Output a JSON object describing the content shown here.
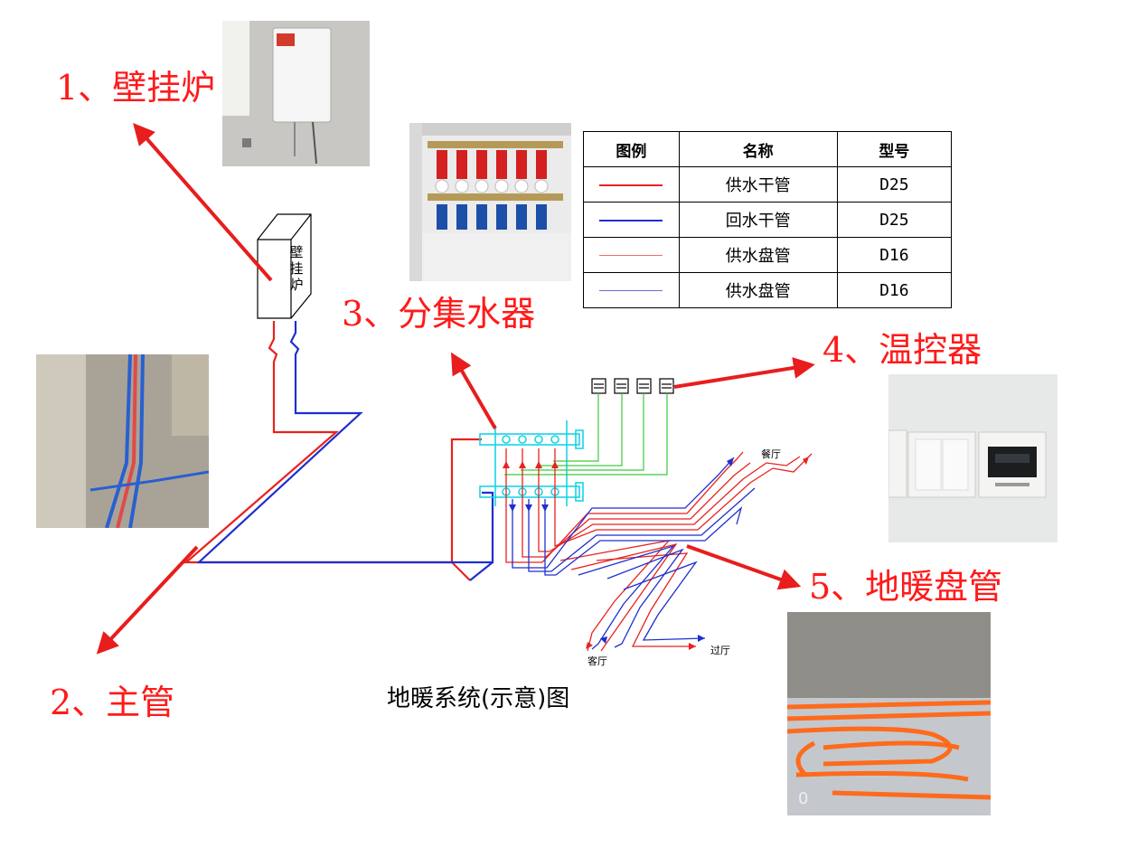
{
  "labels": {
    "boiler": "1、壁挂炉",
    "main_pipe": "2、主管",
    "manifold": "3、分集水器",
    "thermostat": "4、温控器",
    "floor_coil": "5、地暖盘管"
  },
  "boiler_box_text": [
    "壁",
    "挂",
    "炉"
  ],
  "caption": "地暖系统(示意)图",
  "room_labels": {
    "dining": "餐厅",
    "living": "客厅",
    "corridor": "过厅"
  },
  "legend": {
    "headers": [
      "图例",
      "名称",
      "型号"
    ],
    "rows": [
      {
        "color": "#e8221f",
        "weight": "thick",
        "name": "供水干管",
        "model": "D25"
      },
      {
        "color": "#1f2fcf",
        "weight": "thick",
        "name": "回水干管",
        "model": "D25"
      },
      {
        "color": "#f26b6b",
        "weight": "thin",
        "name": "供水盘管",
        "model": "D16"
      },
      {
        "color": "#6b6bd9",
        "weight": "thin",
        "name": "供水盘管",
        "model": "D16"
      }
    ]
  },
  "colors": {
    "label_red": "#ff1a1a",
    "supply_red": "#e8221f",
    "return_blue": "#1f2fcf",
    "manifold_cyan": "#19d3e6",
    "control_green": "#3cc93c"
  }
}
